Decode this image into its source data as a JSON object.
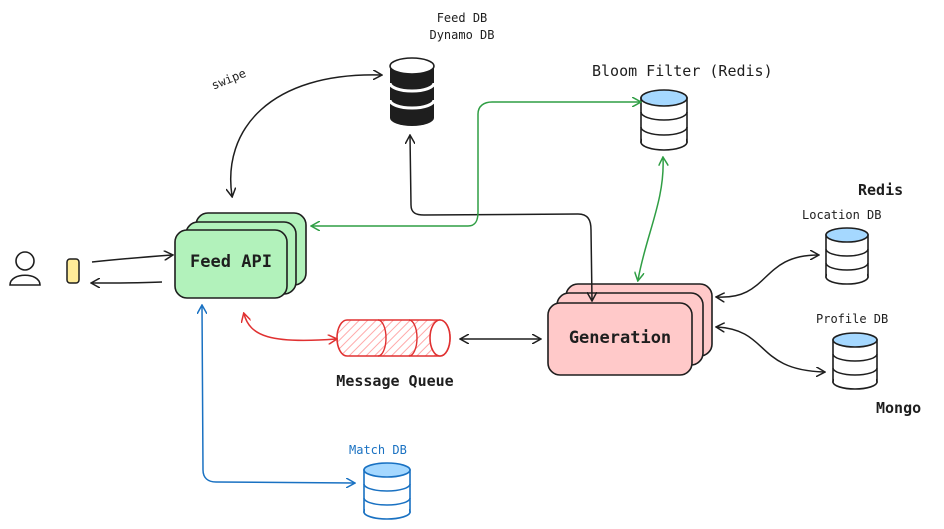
{
  "diagram": {
    "nodes": {
      "feed_api": {
        "label": "Feed API",
        "fill": "#b2f2bb"
      },
      "generation": {
        "label": "Generation",
        "fill": "#ffc9c9"
      },
      "message_queue": {
        "label": "Message Queue",
        "fill": "#ffc9c9"
      },
      "feed_db": {
        "label_line1": "Feed DB",
        "label_line2": "Dynamo DB"
      },
      "bloom_filter": {
        "label": "Bloom Filter (Redis)",
        "fill": "#a5d8ff"
      },
      "location_db": {
        "label": "Location DB",
        "fill": "#a5d8ff"
      },
      "profile_db": {
        "label": "Profile DB",
        "fill": "#a5d8ff"
      },
      "match_db": {
        "label": "Match DB",
        "fill": "#a5d8ff",
        "label_color": "#1971c2"
      },
      "redis_group": {
        "label": "Redis"
      },
      "mongo_group": {
        "label": "Mongo"
      },
      "user": {
        "icon": "user-icon"
      },
      "device": {
        "icon": "phone-icon",
        "fill": "#ffec99"
      }
    },
    "edges": {
      "swipe": {
        "label": "swipe"
      }
    },
    "colors": {
      "stroke": "#1e1e1e",
      "green": "#2f9e44",
      "red": "#e03131",
      "blue": "#1971c2"
    }
  }
}
